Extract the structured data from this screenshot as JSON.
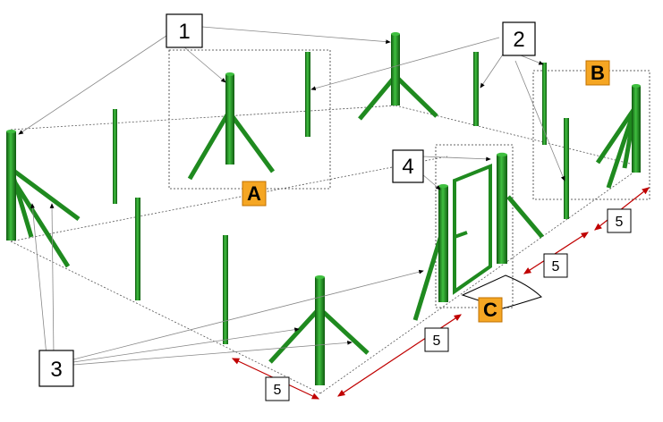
{
  "callouts": {
    "one": "1",
    "two": "2",
    "three": "3",
    "four": "4",
    "dim_a": "5",
    "dim_b": "5",
    "dim_c": "5",
    "dim_d": "5"
  },
  "zones": {
    "a": "A",
    "b": "B",
    "c": "C"
  },
  "colors": {
    "post": "#1f8a1f",
    "post_dark": "#0f5a0f",
    "post_light": "#3fbf3f",
    "zone_label_bg": "#f5a623",
    "dimension_arrow": "#c00000"
  }
}
